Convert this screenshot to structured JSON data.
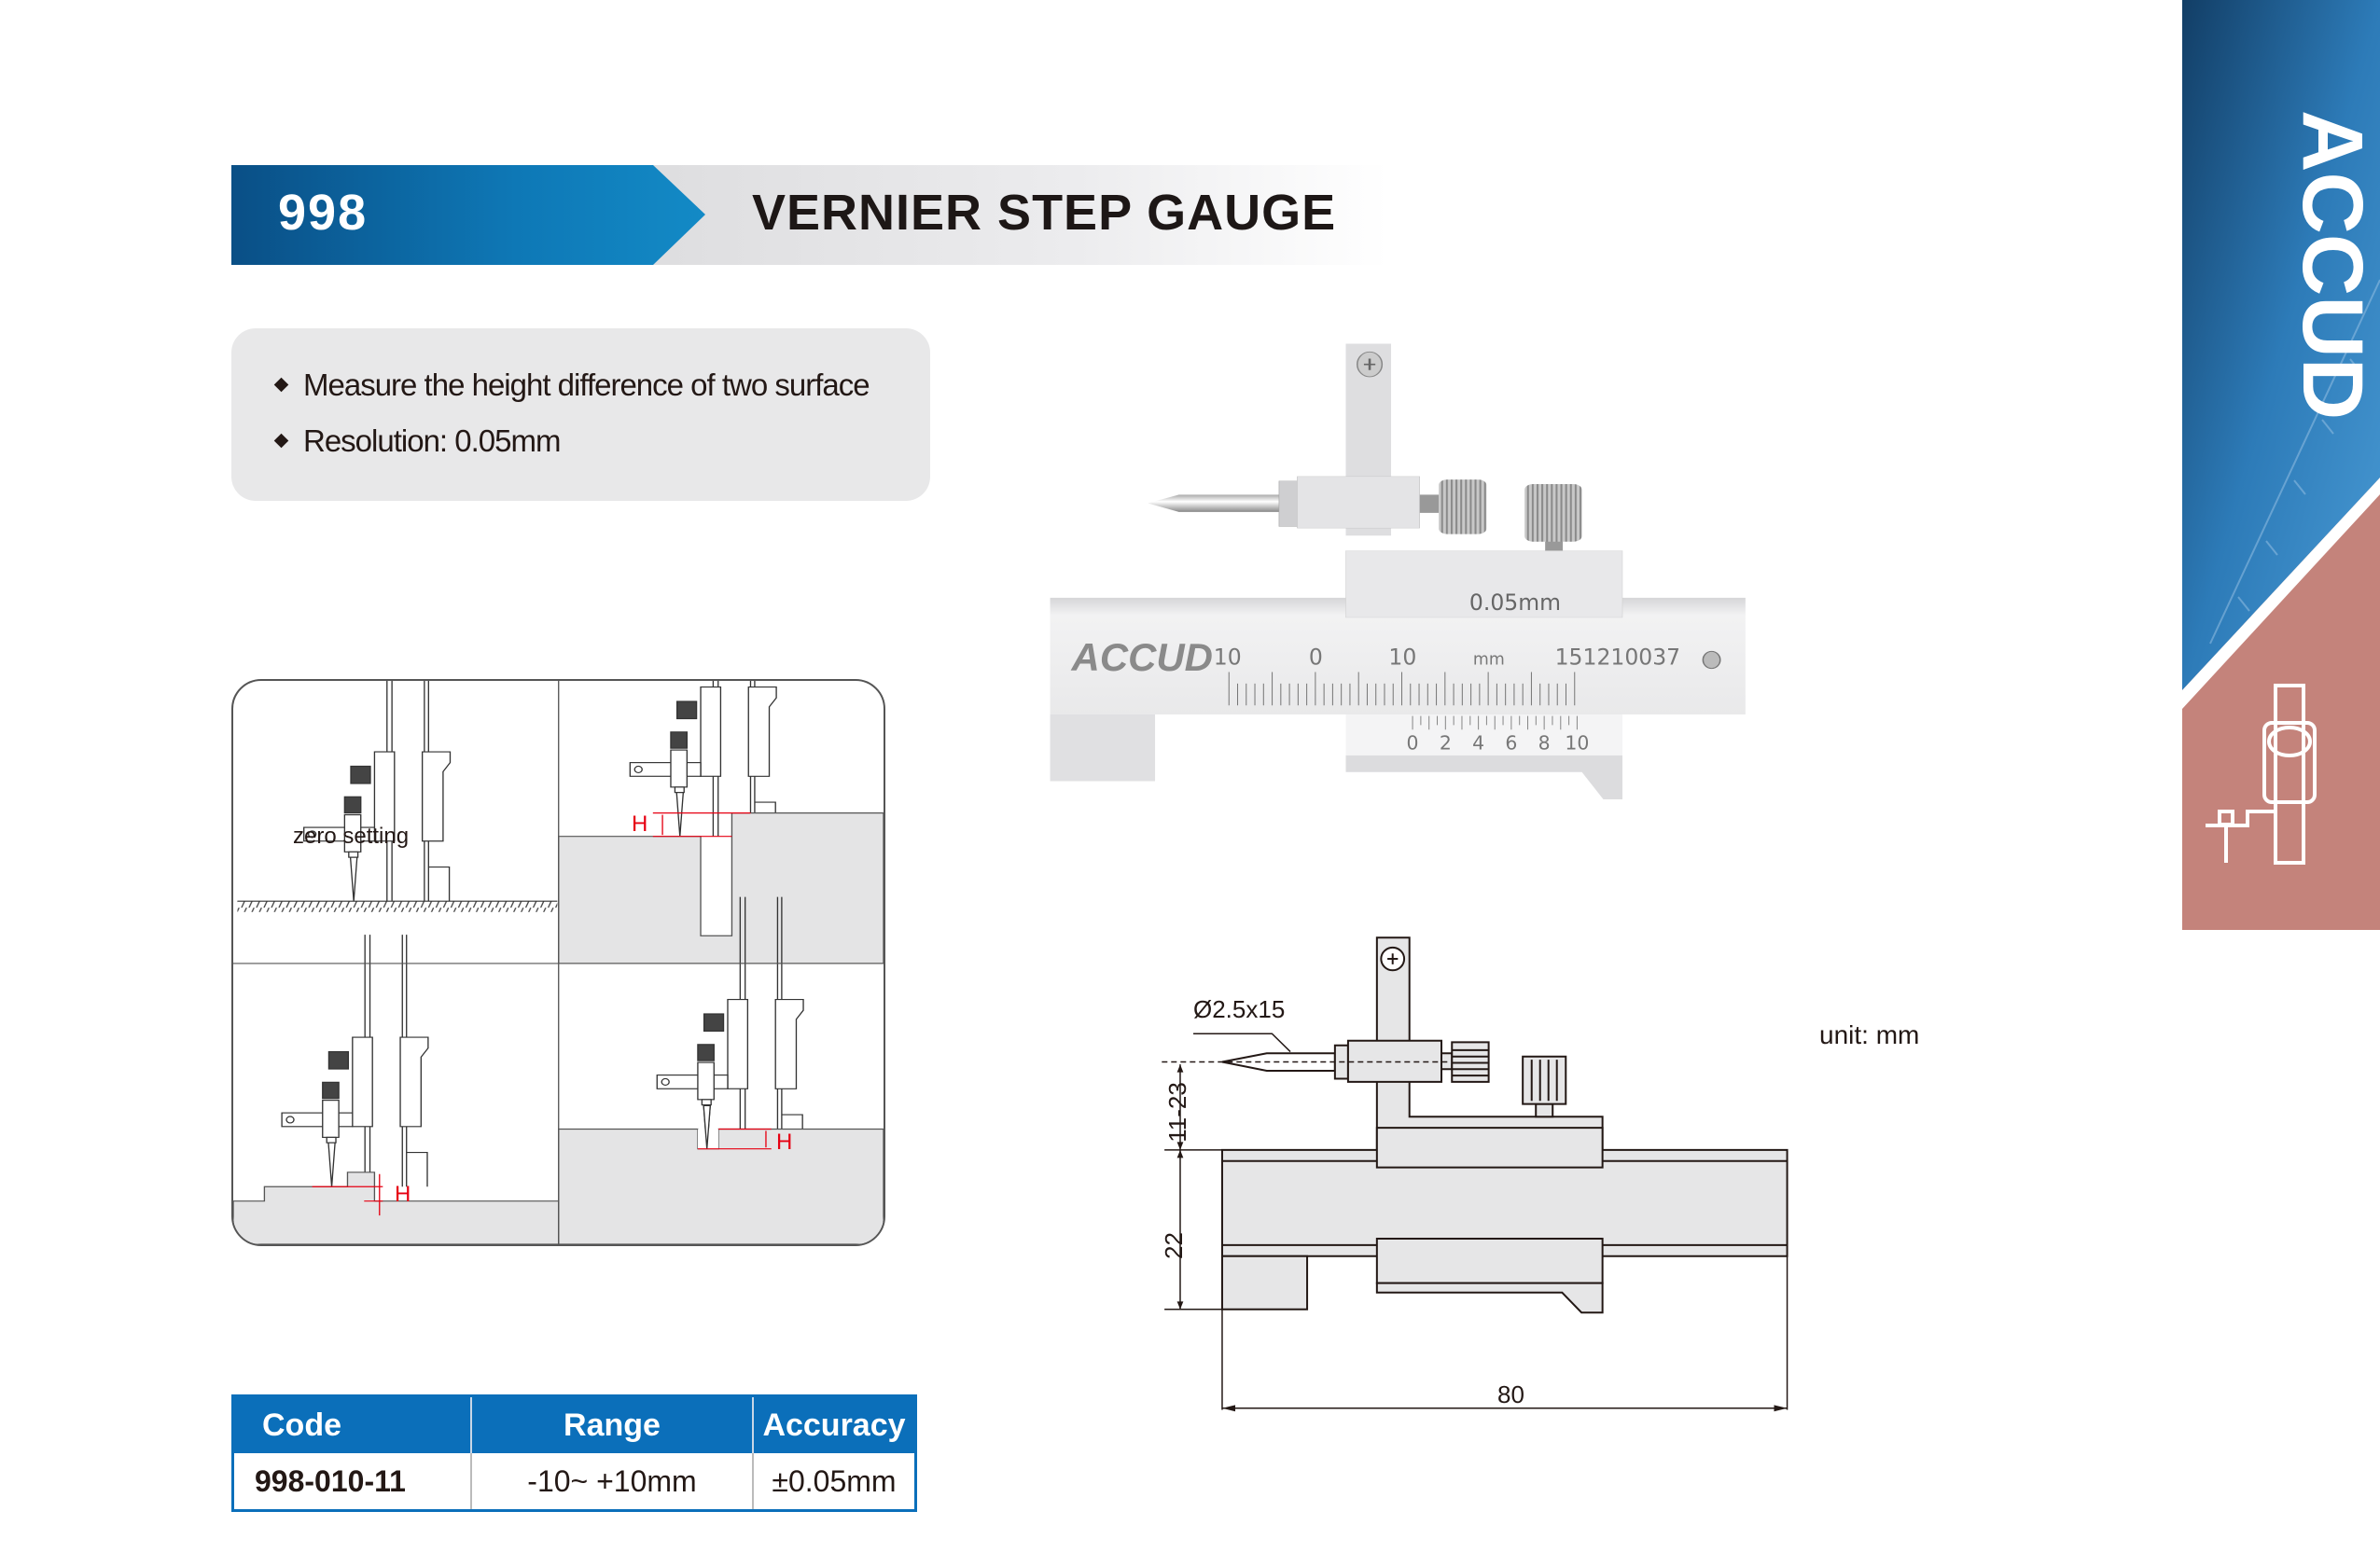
{
  "header": {
    "code": "998",
    "title": "VERNIER STEP GAUGE"
  },
  "features": [
    "Measure the height difference of two surface",
    "Resolution: 0.05mm"
  ],
  "usage": {
    "zero_label": "zero setting",
    "h_labels": [
      "H",
      "H",
      "H"
    ]
  },
  "photo": {
    "brand": "ACCUD",
    "resolution_mark": "0.05mm",
    "scale_labels": [
      "10",
      "0",
      "10"
    ],
    "unit_mark": "mm",
    "serial": "151210037",
    "vernier_labels": [
      "0",
      "2",
      "4",
      "6",
      "8",
      "10"
    ]
  },
  "drawing": {
    "probe_dim": "Ø2.5x15",
    "height_range": "11-23",
    "body_height": "22",
    "length": "80",
    "unit": "unit: mm"
  },
  "table": {
    "headers": [
      "Code",
      "Range",
      "Accuracy"
    ],
    "rows": [
      {
        "code": "998-010-11",
        "range": "-10~ +10mm",
        "accuracy": "±0.05mm"
      }
    ]
  },
  "side": {
    "brand": "ACCUD"
  },
  "colors": {
    "brand_blue": "#0b6fba",
    "side_pink": "#c4837b",
    "measure_red": "#e60012"
  }
}
